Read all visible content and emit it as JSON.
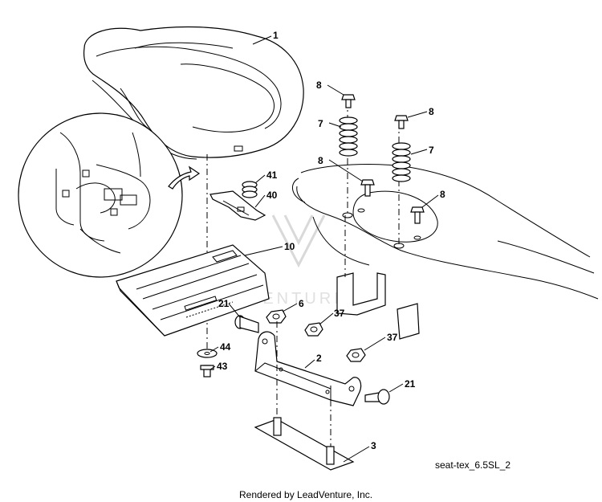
{
  "callouts": {
    "c1": "1",
    "c8a": "8",
    "c8b": "8",
    "c8c": "8",
    "c8d": "8",
    "c7a": "7",
    "c7b": "7",
    "c41": "41",
    "c40": "40",
    "c10": "10",
    "c21a": "21",
    "c6": "6",
    "c37a": "37",
    "c37b": "37",
    "c44": "44",
    "c43": "43",
    "c2": "2",
    "c21b": "21",
    "c3": "3"
  },
  "watermark": "VENTURE",
  "figure_ref": "seat-tex_6.5SL_2",
  "footer": "Rendered by LeadVenture, Inc."
}
